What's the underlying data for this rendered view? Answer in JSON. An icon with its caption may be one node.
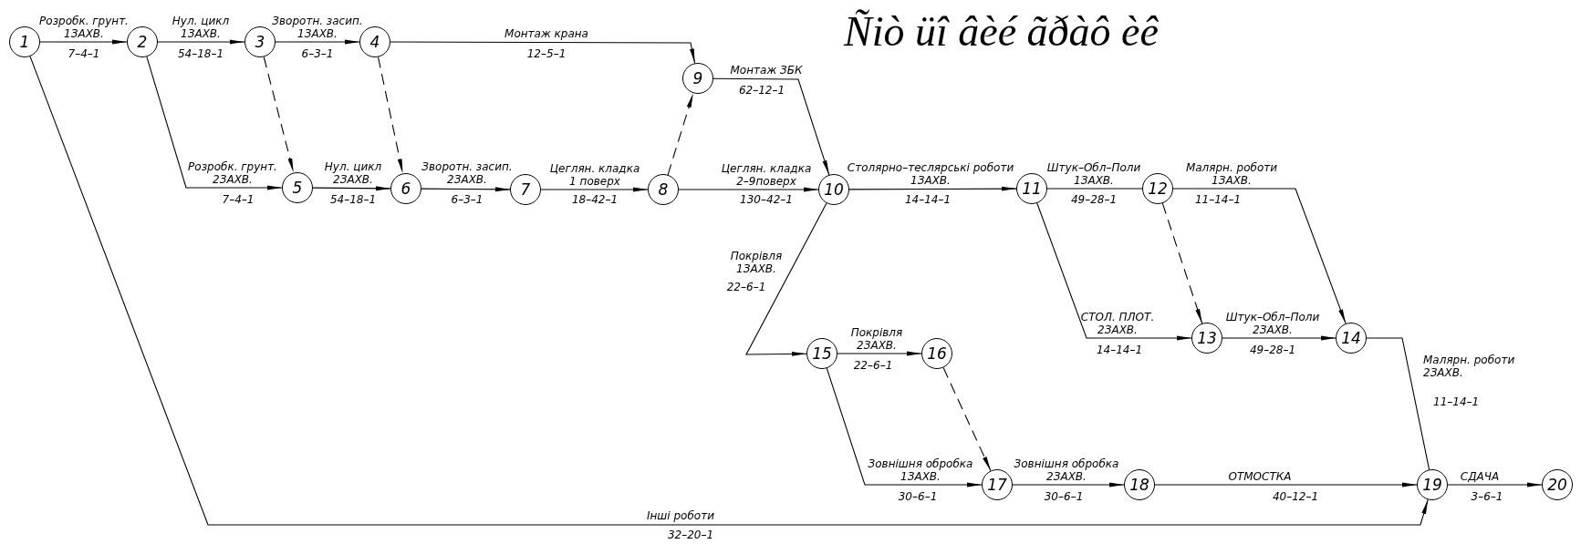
{
  "diagram": {
    "title": "Ñiò üî âèé ãðàô èê",
    "nodes": [
      {
        "text": [
          "1"
        ]
      },
      {
        "text": [
          "2"
        ]
      },
      {
        "text": [
          "3"
        ]
      },
      {
        "text": [
          "4"
        ]
      },
      {
        "text": [
          "5"
        ]
      },
      {
        "text": [
          "6"
        ]
      },
      {
        "text": [
          "7"
        ]
      },
      {
        "text": [
          "8"
        ]
      },
      {
        "text": [
          "9"
        ]
      },
      {
        "text": [
          "10"
        ]
      },
      {
        "text": [
          "11"
        ]
      },
      {
        "text": [
          "12"
        ]
      },
      {
        "text": [
          "13"
        ]
      },
      {
        "text": [
          "14"
        ]
      },
      {
        "text": [
          "15"
        ]
      },
      {
        "text": [
          "16"
        ]
      },
      {
        "text": [
          "17"
        ]
      },
      {
        "text": [
          "18"
        ]
      },
      {
        "text": [
          "19"
        ]
      },
      {
        "text": [
          "20"
        ]
      }
    ],
    "edges": [
      {
        "from": 0,
        "to": 1,
        "arrow": "to",
        "label": "Розробк. грунт. 1ЗАХВ."
      },
      {
        "from": 1,
        "to": 2,
        "arrow": "to",
        "label": "Нул. цикл 1ЗАХВ."
      },
      {
        "from": 2,
        "to": 3,
        "arrow": "to",
        "label": "Зворотн. засип. 1ЗАХВ."
      },
      {
        "from": 3,
        "to": 8,
        "arrow": "to",
        "label": "Монтаж крана"
      },
      {
        "from": 0,
        "to": 18,
        "arrow": "to",
        "label": "Інші роботи"
      },
      {
        "from": 1,
        "to": 4,
        "arrow": "to",
        "label": "Розробк. грунт. 2ЗАХВ."
      },
      {
        "from": 2,
        "to": 4,
        "arrow": "to",
        "style": "dashed"
      },
      {
        "from": 4,
        "to": 5,
        "arrow": "to",
        "label": "Нул. цикл 2ЗАХВ."
      },
      {
        "from": 3,
        "to": 5,
        "arrow": "to",
        "style": "dashed"
      },
      {
        "from": 5,
        "to": 6,
        "arrow": "to",
        "label": "Зворотн. засип. 2ЗАХВ."
      },
      {
        "from": 6,
        "to": 7,
        "arrow": "to",
        "label": "Цеглян. кладка 1 поверх"
      },
      {
        "from": 7,
        "to": 8,
        "arrow": "to",
        "style": "dashed"
      },
      {
        "from": 8,
        "to": 9,
        "arrow": "to",
        "label": "Монтаж ЗБК"
      },
      {
        "from": 7,
        "to": 9,
        "arrow": "to",
        "label": "Цеглян. кладка 2–9поверх"
      },
      {
        "from": 9,
        "to": 10,
        "arrow": "to",
        "label": "Столярно–теслярські роботи 1ЗАХВ."
      },
      {
        "from": 9,
        "to": 14,
        "arrow": "to",
        "label": "Покрівля 1ЗАХВ."
      },
      {
        "from": 10,
        "to": 11,
        "arrow": "none",
        "label": "Штук–Обл–Поли 1ЗАХВ."
      },
      {
        "from": 11,
        "to": 13,
        "arrow": "to",
        "label": "Малярн. роботи 1ЗАХВ."
      },
      {
        "from": 10,
        "to": 12,
        "arrow": "to",
        "label": "СТОЛ. ПЛОТ. 2ЗАХВ."
      },
      {
        "from": 11,
        "to": 12,
        "arrow": "to",
        "style": "dashed"
      },
      {
        "from": 12,
        "to": 13,
        "arrow": "to",
        "label": "Штук–Обл–Поли 2ЗАХВ."
      },
      {
        "from": 14,
        "to": 15,
        "arrow": "to",
        "label": "Покрівля 2ЗАХВ."
      },
      {
        "from": 14,
        "to": 16,
        "arrow": "to",
        "label": "Зовнішня обробка 1ЗАХВ."
      },
      {
        "from": 15,
        "to": 16,
        "arrow": "to",
        "style": "dashed"
      },
      {
        "from": 16,
        "to": 17,
        "arrow": "to",
        "label": "Зовнішня обробка 2ЗАХВ."
      },
      {
        "from": 13,
        "to": 18,
        "arrow": "none",
        "label": "Малярн. роботи 2ЗАХВ."
      },
      {
        "from": 17,
        "to": 18,
        "arrow": "to",
        "label": "ОТМОСТКА"
      },
      {
        "from": 18,
        "to": 19,
        "arrow": "to",
        "label": "СДАЧА"
      }
    ],
    "labels": [
      "7–4–1",
      "54–18–1",
      "6–3–1",
      "12–5–1",
      "32–20–1",
      "7–4–1",
      "54–18–1",
      "6–3–1",
      "18–42–1",
      "62–12–1",
      "130–42–1",
      "14–14–1",
      "22–6–1",
      "49–28–1",
      "11–14–1",
      "14–14–1",
      "49–28–1",
      "22–6–1",
      "30–6–1",
      "30–6–1",
      "11–14–1",
      "40–12–1",
      "3–6–1"
    ]
  }
}
